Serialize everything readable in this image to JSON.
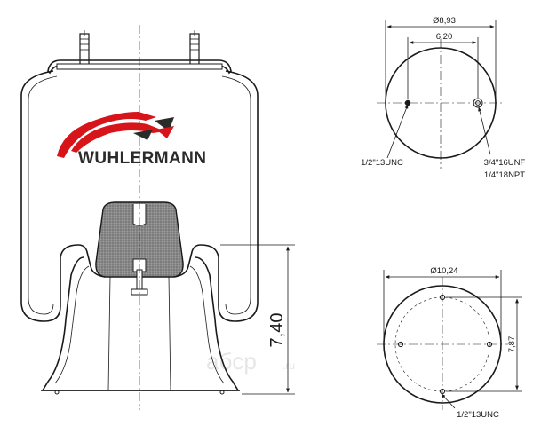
{
  "brand": {
    "name": "WUHLERMANN",
    "primary_color": "#d7141a",
    "text_color": "#2b2b2b"
  },
  "side_view": {
    "height_label": "7,40"
  },
  "top_plate": {
    "diameter_label": "Ø8,93",
    "bolt_spacing_label": "6,20",
    "left_hole_label": "1/2\"13UNC",
    "right_hole_label_1": "3/4\"16UNF",
    "right_hole_label_2": "1/4\"18NPT"
  },
  "bottom_plate": {
    "diameter_label": "Ø10,24",
    "bolt_circle_label": "7,87",
    "hole_label": "1/2\"13UNC"
  },
  "watermark": {
    "text": "aбcp",
    "suffix": ".ru"
  }
}
